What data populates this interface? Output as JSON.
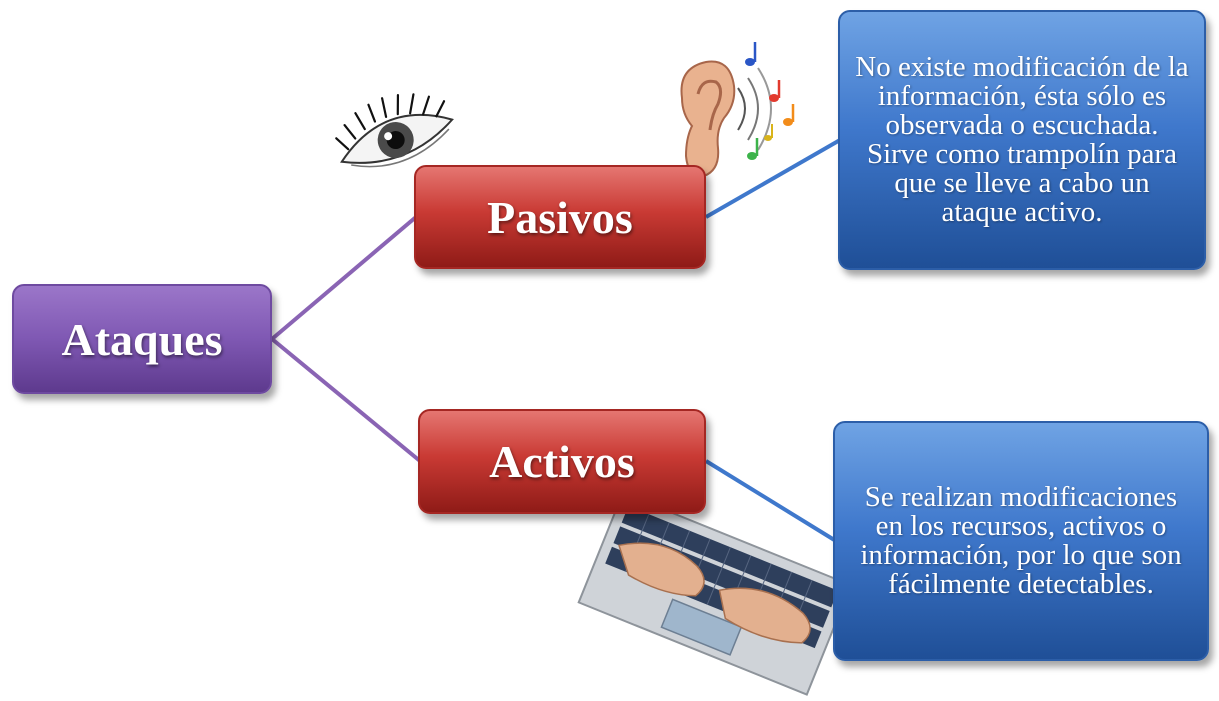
{
  "diagram": {
    "root": {
      "label": "Ataques",
      "color": "#7f58b3"
    },
    "branches": [
      {
        "label": "Pasivos",
        "color": "#c93a34",
        "description": "No existe modificación de la información, ésta sólo es observada o escuchada. Sirve como trampolín para que se lleve a cabo un ataque activo."
      },
      {
        "label": "Activos",
        "color": "#c93a34",
        "description": "Se realizan modificaciones en los recursos, activos o información, por lo que son fácilmente detectables."
      }
    ],
    "description_color": "#3f78cc",
    "connector_colors": {
      "root": "#8a64b4",
      "description": "#3f78cc"
    },
    "illustrations": [
      "eye-icon",
      "ear-music-icon",
      "keyboard-hands-icon"
    ]
  }
}
